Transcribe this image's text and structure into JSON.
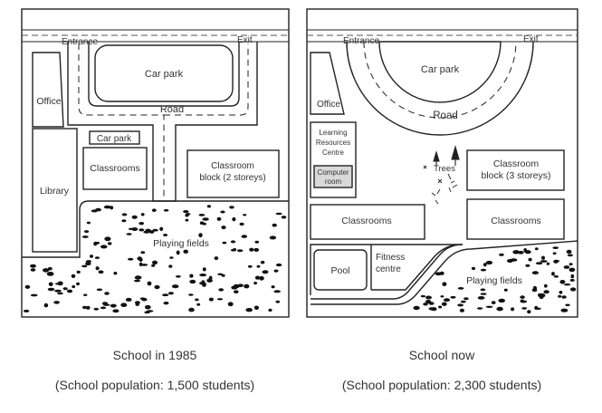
{
  "maps": [
    {
      "title": "School in 1985",
      "population": "(School population: 1,500 students)",
      "labels": {
        "entrance": "Entrance",
        "exit": "Exit",
        "car_park_main": "Car park",
        "road": "Road",
        "office": "Office",
        "car_park_small": "Car park",
        "classrooms": "Classrooms",
        "library": "Library",
        "classroom_block_line1": "Classroom",
        "classroom_block_line2": "block (2 storeys)",
        "playing_fields": "Playing fields"
      }
    },
    {
      "title": "School now",
      "population": "(School population: 2,300 students)",
      "labels": {
        "entrance": "Entrance",
        "exit": "Exit",
        "car_park_main": "Car park",
        "road": "Road",
        "office": "Office",
        "lrc_line1": "Learning",
        "lrc_line2": "Resources",
        "lrc_line3": "Centre",
        "computer_line1": "Computer",
        "computer_line2": "room",
        "trees": "Trees",
        "classroom_block_line1": "Classroom",
        "classroom_block_line2": "block (3 storeys)",
        "classrooms_left": "Classrooms",
        "classrooms_right": "Classrooms",
        "pool": "Pool",
        "fitness_line1": "Fitness",
        "fitness_line2": "centre",
        "playing_fields": "Playing fields"
      }
    }
  ],
  "colors": {
    "line": "#222222",
    "text": "#333333",
    "computer_fill": "#d9d9d9",
    "dot": "#111111"
  }
}
